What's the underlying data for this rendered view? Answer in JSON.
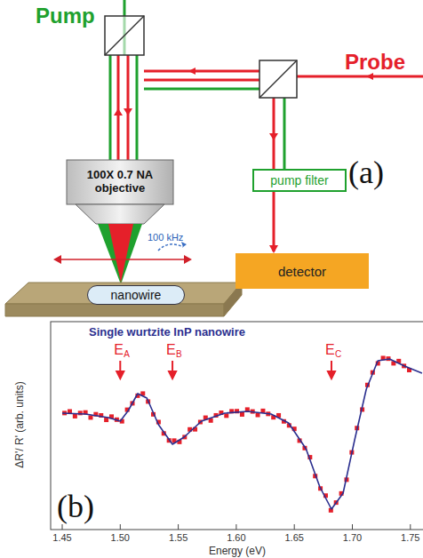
{
  "diagram": {
    "nodes": [
      {
        "text": [
          "100X 0.7 NA objective"
        ]
      },
      {
        "text": [
          "pump filter"
        ]
      },
      {
        "text": [
          "detector"
        ]
      },
      {
        "text": [
          "nanowire"
        ]
      }
    ],
    "edges": [
      {
        "from": 1,
        "to": 2,
        "arrow": "to"
      }
    ],
    "labels": [
      "Pump",
      "Probe",
      "(a)",
      "100 kHz",
      "Single wurtzite InP nanowire",
      "E",
      "A",
      "E",
      "B",
      "E",
      "C",
      "ΔR'/ R' (arb. units)",
      "Energy (eV)",
      "1.45",
      "1.50",
      "1.55",
      "1.60",
      "1.65",
      "1.70",
      "1.75",
      "(b)"
    ]
  }
}
